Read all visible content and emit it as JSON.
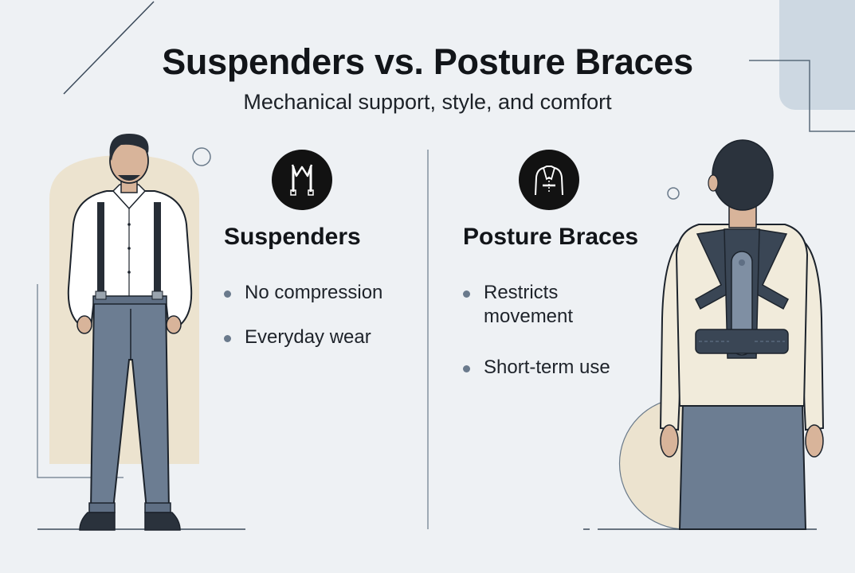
{
  "header": {
    "title": "Suspenders vs. Posture Braces",
    "subtitle": "Mechanical support, style, and comfort"
  },
  "left_column": {
    "icon": "suspenders-icon",
    "heading": "Suspenders",
    "bullets": [
      "No compression",
      "Everyday wear"
    ]
  },
  "right_column": {
    "icon": "posture-brace-icon",
    "heading": "Posture Braces",
    "bullets": [
      "Restricts movement",
      "Short-term use"
    ]
  },
  "colors": {
    "background": "#eef1f4",
    "pants": "#6c7d92",
    "brace": "#3a4655",
    "accent_cream": "#ece3cf",
    "bullet_dot": "#6a7a8c"
  }
}
